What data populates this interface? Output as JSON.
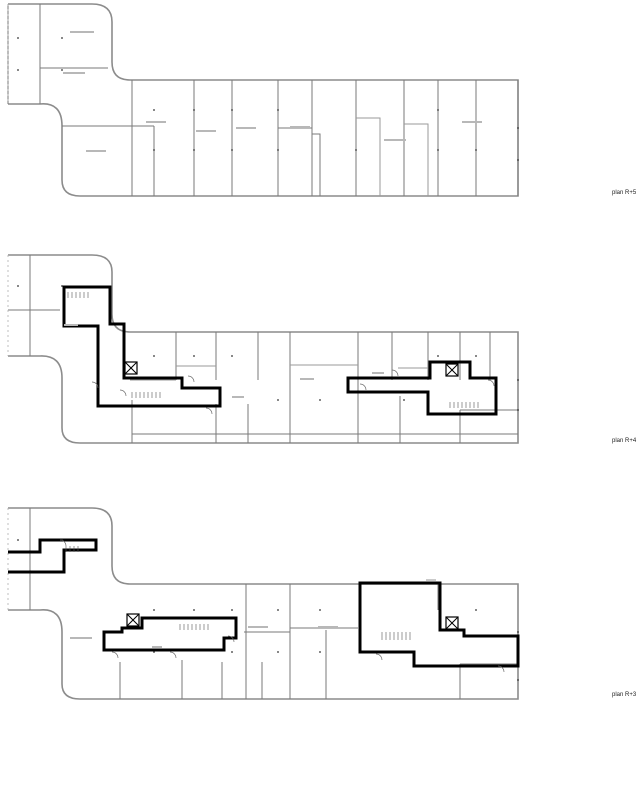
{
  "plans": [
    {
      "id": "r5",
      "label": "plan R+5"
    },
    {
      "id": "r4",
      "label": "plan R+4"
    },
    {
      "id": "r3",
      "label": "plan R+3"
    }
  ]
}
